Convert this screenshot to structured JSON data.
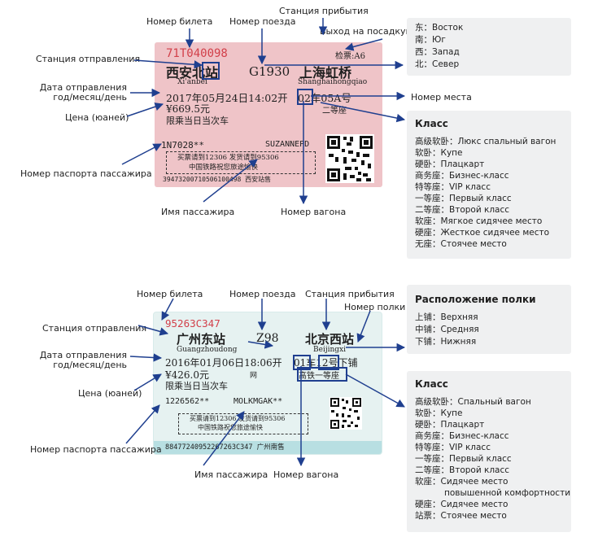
{
  "top": {
    "ticket": {
      "serial": "71T040098",
      "gate": "检票:A6",
      "dep_cn": "西安北站",
      "dep_pinyin": "Xi'anbei",
      "train": "G1930",
      "arr_cn": "上海虹桥",
      "arr_pinyin": "Shanghaihongqiao",
      "date": "2017年05月24日14:02开",
      "seat": "02车05A号",
      "price": "¥669.5元",
      "class": "二等座",
      "restriction": "限乘当日当次车",
      "passport": "1N7028**",
      "name": "SUZANNEPD",
      "notice1": "买票请到12306 发货请到95306",
      "notice2": "中国铁路祝您旅途愉快",
      "footer": "39473200710506100498 西安站售"
    },
    "labels": {
      "ticket_no": "Номер билета",
      "train_no": "Номер поезда",
      "arrival": "Станция прибытия",
      "gate": "Выход на посадкую",
      "departure": "Станция отправления",
      "date1": "Дата отправления",
      "date2": "год/месяц/день",
      "price": "Цена (юанeй)",
      "seat": "Номер места",
      "passport": "Номер паспорта пассажира",
      "name": "Имя пассажира",
      "car": "Номер вагона"
    },
    "directions": [
      "东：Восток",
      "南：Юг",
      "西：Запад",
      "北：Север"
    ],
    "class_legend": {
      "title": "Класс",
      "rows": [
        "高级软卧：Люкс спальный вагон",
        "软卧：Купе",
        "硬卧：Плацкарт",
        "商务座：Бизнес-класс",
        "特等座：VIP класс",
        "一等座：Первый класс",
        "二等座：Второй класс",
        "软座：Мягкое сидячее место",
        "硬座：Жесткое сидячее место",
        "无座：Стоячее место"
      ]
    }
  },
  "bottom": {
    "ticket": {
      "serial": "95263C347",
      "dep_cn": "广州东站",
      "dep_pinyin": "Guangzhoudong",
      "train": "Z98",
      "arr_cn": "北京西站",
      "arr_pinyin": "Beijingxi",
      "date": "2016年01月06日18:06开",
      "car_berth": "01车12号下铺",
      "price": "¥426.0元",
      "net": "网",
      "class": "高铁一等座",
      "restriction": "限乘当日当次车",
      "passport": "1226562**",
      "name": "MOLKMGAK**",
      "notice1": "买票请到12306 发货请到95306",
      "notice2": "中国铁路祝您旅途愉快",
      "footer": "88477240952267263C347 广州南售"
    },
    "labels": {
      "ticket_no": "Номер билета",
      "train_no": "Номер поезда",
      "arrival": "Станция прибытия",
      "berth": "Номер полки",
      "departure": "Станция отправления",
      "date1": "Дата отправления",
      "date2": "год/месяц/день",
      "price": "Цена (юанeй)",
      "passport": "Номер паспорта пассажира",
      "name": "Имя пассажира",
      "car": "Номер вагона"
    },
    "berth_legend": {
      "title": "Расположение полки",
      "rows": [
        "上铺：Верхняя",
        "中铺：Средняя",
        "下铺：Нижняя"
      ]
    },
    "class_legend": {
      "title": "Класс",
      "rows": [
        "高级软卧：Спальный вагон",
        "软卧：Купе",
        "硬卧：Плацкарт",
        "商务座：Бизнес-класс",
        "特等座：VIP класс",
        "一等座：Первый класс",
        "二等座：Второй класс",
        "软座：Сидячее место",
        "повышенной комфортности",
        "硬座：Сидячее место",
        "站票：Стоячее место"
      ]
    }
  }
}
